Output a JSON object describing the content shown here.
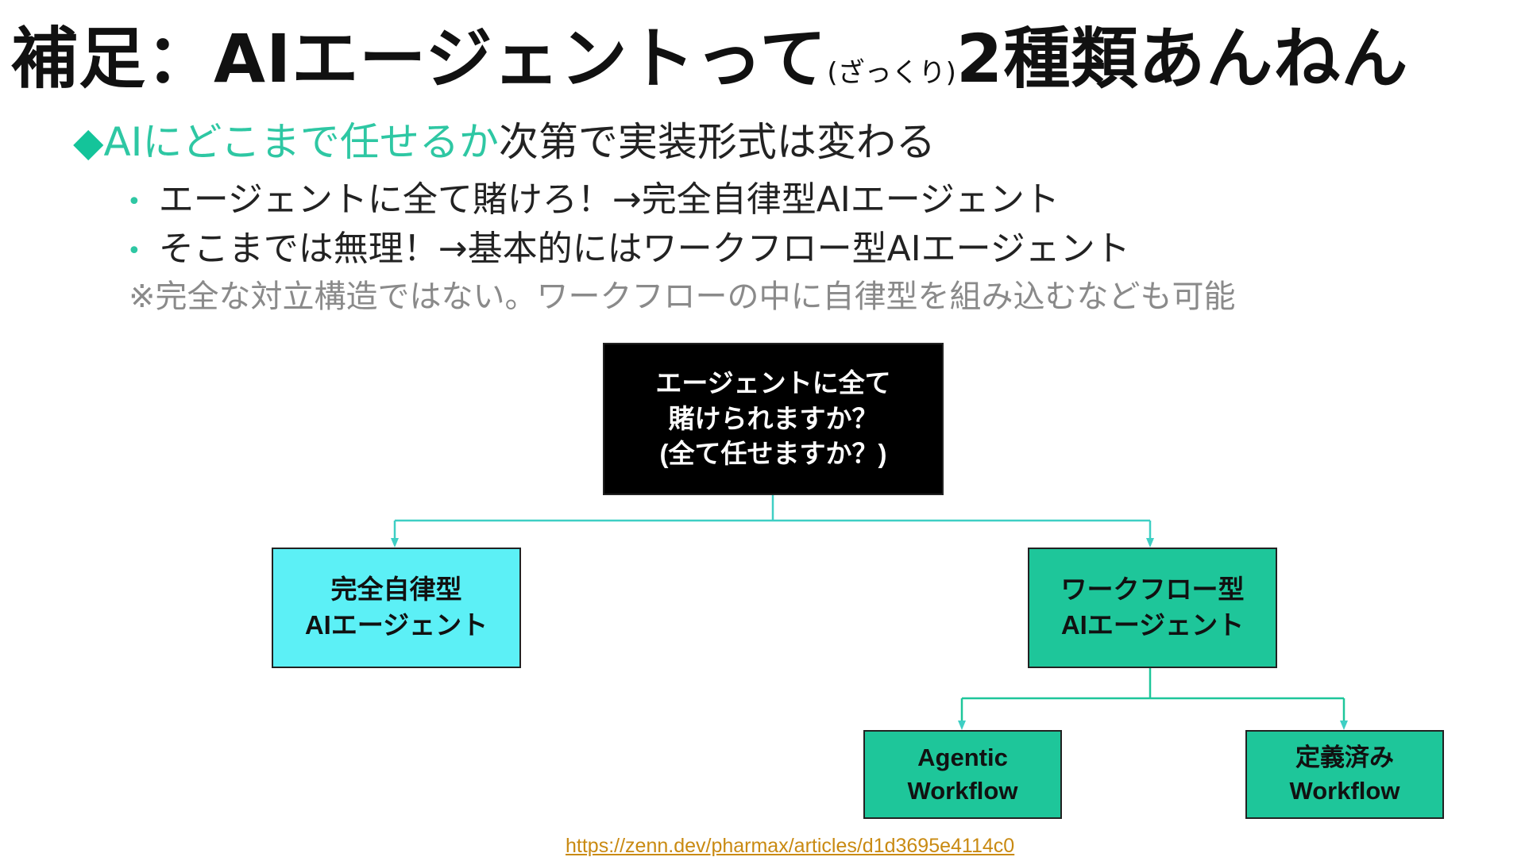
{
  "slide": {
    "title": {
      "main": "補足：AIエージェントって",
      "aside": "(ざっくり)",
      "tail": "2種類あんねん"
    },
    "lead": {
      "marker": "◆",
      "accent": "AIにどこまで任せるか",
      "rest": "次第で実装形式は変わる"
    },
    "bullets": [
      {
        "marker": "•",
        "text": "エージェントに全て賭けろ！→完全自律型AIエージェント"
      },
      {
        "marker": "•",
        "text": "そこまでは無理！→基本的にはワークフロー型AIエージェント"
      }
    ],
    "note": "※完全な対立構造ではない。ワークフローの中に自律型を組み込むなども可能"
  },
  "diagram": {
    "question": [
      "エージェントに全て",
      "賭けられますか？",
      "(全て任せますか？)"
    ],
    "autonomous": [
      "完全自律型",
      "AIエージェント"
    ],
    "workflow": [
      "ワークフロー型",
      "AIエージェント"
    ],
    "agentic": [
      "Agentic",
      "Workflow"
    ],
    "defined": [
      "定義済み",
      "Workflow"
    ]
  },
  "colors": {
    "accent_text": "#2ec7a3",
    "connector": "#3ecfc4",
    "autonomous_box": "#5cf0f6",
    "workflow_box": "#1ec69a",
    "question_box": "#000000",
    "link": "#c98a12"
  },
  "source": {
    "url": "https://zenn.dev/pharmax/articles/d1d3695e4114c0"
  }
}
